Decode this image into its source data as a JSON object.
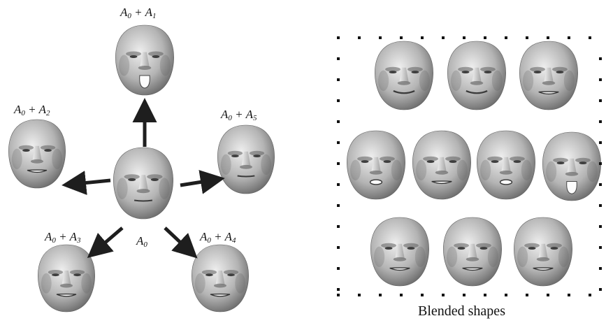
{
  "figure": {
    "caption": "Blended shapes",
    "center_label": {
      "var": "A",
      "index": "0"
    },
    "expression_labels": [
      {
        "base": "A",
        "base_index": "0",
        "op": "+",
        "term": "A",
        "term_index": "1"
      },
      {
        "base": "A",
        "base_index": "0",
        "op": "+",
        "term": "A",
        "term_index": "2"
      },
      {
        "base": "A",
        "base_index": "0",
        "op": "+",
        "term": "A",
        "term_index": "5"
      },
      {
        "base": "A",
        "base_index": "0",
        "op": "+",
        "term": "A",
        "term_index": "3"
      },
      {
        "base": "A",
        "base_index": "0",
        "op": "+",
        "term": "A",
        "term_index": "4"
      }
    ],
    "colors": {
      "face_light": "#e6e6e6",
      "face_mid": "#a9a9a9",
      "face_dark": "#5e5e5e",
      "arrow": "#1e1e1e",
      "dots": "#111111"
    }
  }
}
